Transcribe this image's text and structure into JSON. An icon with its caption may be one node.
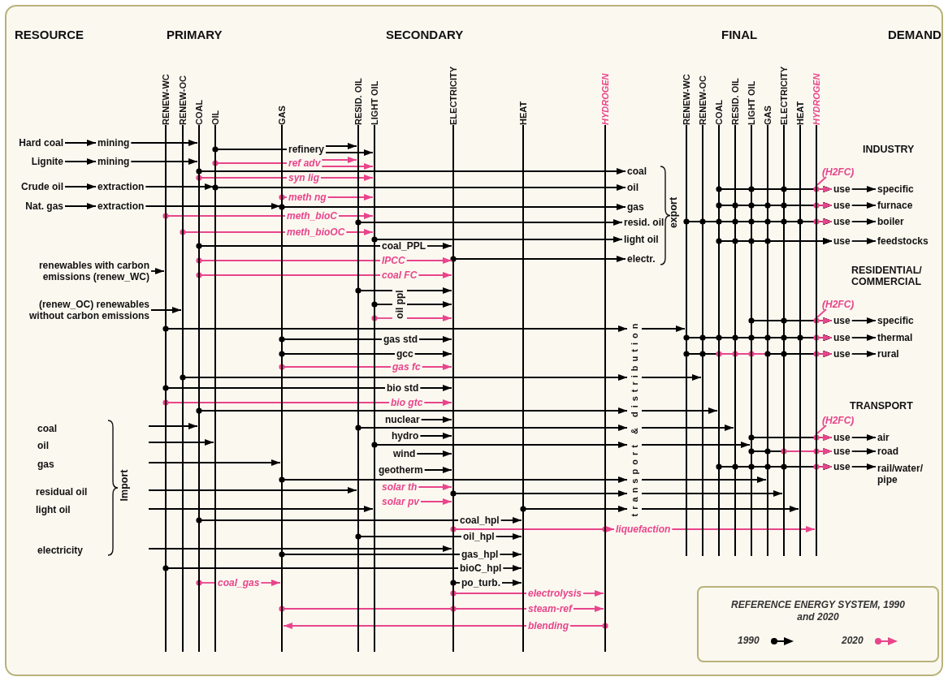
{
  "diagram": {
    "title": "REFERENCE ENERGY SYSTEM, 1990 and 2020",
    "nodes": [
      {
        "text": [
          "RENEW-WC"
        ]
      },
      {
        "text": [
          "RENEW-OC"
        ]
      },
      {
        "text": [
          "COAL"
        ]
      },
      {
        "text": [
          "OIL"
        ]
      },
      {
        "text": [
          "GAS"
        ]
      },
      {
        "text": [
          "RESID. OIL"
        ]
      },
      {
        "text": [
          "LIGHT OIL"
        ]
      },
      {
        "text": [
          "ELECTRICITY"
        ]
      },
      {
        "text": [
          "HEAT"
        ]
      },
      {
        "text": [
          "HYDROGEN"
        ]
      },
      {
        "text": [
          "RENEW-WC"
        ]
      },
      {
        "text": [
          "RENEW-OC"
        ]
      },
      {
        "text": [
          "COAL"
        ]
      },
      {
        "text": [
          "RESID. OIL"
        ]
      },
      {
        "text": [
          "LIGHT OIL"
        ]
      },
      {
        "text": [
          "GAS"
        ]
      },
      {
        "text": [
          "ELECTRICITY"
        ]
      },
      {
        "text": [
          "HEAT"
        ]
      },
      {
        "text": [
          "HYDROGEN"
        ]
      },
      {
        "text": [
          "Hard coal"
        ]
      },
      {
        "text": [
          "mining"
        ]
      },
      {
        "text": [
          "Lignite"
        ]
      },
      {
        "text": [
          "mining"
        ]
      },
      {
        "text": [
          "Crude oil"
        ]
      },
      {
        "text": [
          "extraction"
        ]
      },
      {
        "text": [
          "Nat. gas"
        ]
      },
      {
        "text": [
          "extraction"
        ]
      },
      {
        "text": [
          "refinery"
        ]
      },
      {
        "text": [
          "ref adv"
        ]
      },
      {
        "text": [
          "syn lig"
        ]
      },
      {
        "text": [
          "meth ng"
        ]
      },
      {
        "text": [
          "meth_bioC"
        ]
      },
      {
        "text": [
          "meth_bioOC"
        ]
      },
      {
        "text": [
          "coal"
        ]
      },
      {
        "text": [
          "oil"
        ]
      },
      {
        "text": [
          "gas"
        ]
      },
      {
        "text": [
          "resid. oil"
        ]
      },
      {
        "text": [
          "light oil"
        ]
      },
      {
        "text": [
          "electr."
        ]
      },
      {
        "text": [
          "coal_PPL"
        ]
      },
      {
        "text": [
          "IPCC"
        ]
      },
      {
        "text": [
          "coal FC"
        ]
      },
      {
        "text": [
          "renewables with carbon emissions (renew_WC)"
        ]
      },
      {
        "text": [
          "(renew_OC) renewables without carbon emissions"
        ]
      },
      {
        "text": [
          "oil ppl"
        ]
      },
      {
        "text": [
          "gas std"
        ]
      },
      {
        "text": [
          "gcc"
        ]
      },
      {
        "text": [
          "gas fc"
        ]
      },
      {
        "text": [
          "bio std"
        ]
      },
      {
        "text": [
          "bio gtc"
        ]
      },
      {
        "text": [
          "nuclear"
        ]
      },
      {
        "text": [
          "hydro"
        ]
      },
      {
        "text": [
          "wind"
        ]
      },
      {
        "text": [
          "geotherm"
        ]
      },
      {
        "text": [
          "solar th"
        ]
      },
      {
        "text": [
          "solar pv"
        ]
      },
      {
        "text": [
          "transport & distribution"
        ]
      },
      {
        "text": [
          "coal_hpl"
        ]
      },
      {
        "text": [
          "liquefaction"
        ]
      },
      {
        "text": [
          "oil_hpl"
        ]
      },
      {
        "text": [
          "gas_hpl"
        ]
      },
      {
        "text": [
          "bioC_hpl"
        ]
      },
      {
        "text": [
          "po_turb."
        ]
      },
      {
        "text": [
          "coal_gas"
        ]
      },
      {
        "text": [
          "electrolysis"
        ]
      },
      {
        "text": [
          "steam-ref"
        ]
      },
      {
        "text": [
          "blending"
        ]
      },
      {
        "text": [
          "(H2FC)"
        ]
      },
      {
        "text": [
          "use"
        ]
      },
      {
        "text": [
          "specific"
        ]
      },
      {
        "text": [
          "use"
        ]
      },
      {
        "text": [
          "furnace"
        ]
      },
      {
        "text": [
          "use"
        ]
      },
      {
        "text": [
          "boiler"
        ]
      },
      {
        "text": [
          "use"
        ]
      },
      {
        "text": [
          "feedstocks"
        ]
      },
      {
        "text": [
          "(H2FC)"
        ]
      },
      {
        "text": [
          "use"
        ]
      },
      {
        "text": [
          "specific"
        ]
      },
      {
        "text": [
          "use"
        ]
      },
      {
        "text": [
          "thermal"
        ]
      },
      {
        "text": [
          "use"
        ]
      },
      {
        "text": [
          "rural"
        ]
      },
      {
        "text": [
          "(H2FC)"
        ]
      },
      {
        "text": [
          "use"
        ]
      },
      {
        "text": [
          "air"
        ]
      },
      {
        "text": [
          "use"
        ]
      },
      {
        "text": [
          "road"
        ]
      },
      {
        "text": [
          "use"
        ]
      },
      {
        "text": [
          "rail/water/ pipe"
        ]
      }
    ],
    "edges": [
      {
        "from": 19,
        "to": 20,
        "arrow": "to"
      },
      {
        "from": 20,
        "to": 2,
        "arrow": "to"
      },
      {
        "from": 21,
        "to": 22,
        "arrow": "to"
      },
      {
        "from": 22,
        "to": 2,
        "arrow": "to"
      },
      {
        "from": 23,
        "to": 24,
        "arrow": "to"
      },
      {
        "from": 24,
        "to": 3,
        "arrow": "to"
      },
      {
        "from": 25,
        "to": 26,
        "arrow": "to"
      },
      {
        "from": 26,
        "to": 4,
        "arrow": "to"
      },
      {
        "from": 42,
        "to": 0,
        "arrow": "to"
      },
      {
        "from": 43,
        "to": 1,
        "arrow": "to"
      },
      {
        "from": 3,
        "to": 27,
        "arrow": "other"
      },
      {
        "from": 27,
        "to": 5,
        "arrow": "to"
      },
      {
        "from": 27,
        "to": 6,
        "arrow": "to"
      },
      {
        "from": 3,
        "to": 28,
        "arrow": "other",
        "color": "#e8458b"
      },
      {
        "from": 28,
        "to": 5,
        "arrow": "to",
        "color": "#e8458b"
      },
      {
        "from": 28,
        "to": 6,
        "arrow": "to",
        "color": "#e8458b"
      },
      {
        "from": 2,
        "to": 29,
        "arrow": "other",
        "color": "#e8458b"
      },
      {
        "from": 29,
        "to": 6,
        "arrow": "to",
        "color": "#e8458b"
      },
      {
        "from": 4,
        "to": 30,
        "arrow": "other",
        "color": "#e8458b"
      },
      {
        "from": 30,
        "to": 6,
        "arrow": "to",
        "color": "#e8458b"
      },
      {
        "from": 0,
        "to": 31,
        "arrow": "other",
        "color": "#e8458b"
      },
      {
        "from": 31,
        "to": 6,
        "arrow": "to",
        "color": "#e8458b"
      },
      {
        "from": 1,
        "to": 32,
        "arrow": "other",
        "color": "#e8458b"
      },
      {
        "from": 32,
        "to": 6,
        "arrow": "to",
        "color": "#e8458b"
      },
      {
        "from": 2,
        "to": 33,
        "arrow": "to"
      },
      {
        "from": 3,
        "to": 34,
        "arrow": "to"
      },
      {
        "from": 4,
        "to": 35,
        "arrow": "to"
      },
      {
        "from": 5,
        "to": 36,
        "arrow": "to"
      },
      {
        "from": 6,
        "to": 37,
        "arrow": "to"
      },
      {
        "from": 7,
        "to": 38,
        "arrow": "to"
      },
      {
        "from": 2,
        "to": 39,
        "arrow": "other"
      },
      {
        "from": 39,
        "to": 7,
        "arrow": "to"
      },
      {
        "from": 2,
        "to": 40,
        "arrow": "other",
        "color": "#e8458b"
      },
      {
        "from": 40,
        "to": 7,
        "arrow": "to",
        "color": "#e8458b"
      },
      {
        "from": 2,
        "to": 41,
        "arrow": "other",
        "color": "#e8458b"
      },
      {
        "from": 41,
        "to": 7,
        "arrow": "to",
        "color": "#e8458b"
      },
      {
        "from": 5,
        "to": 44,
        "arrow": "other"
      },
      {
        "from": 6,
        "to": 44,
        "arrow": "other"
      },
      {
        "from": 6,
        "to": 44,
        "arrow": "other",
        "color": "#e8458b"
      },
      {
        "from": 44,
        "to": 7,
        "arrow": "to"
      },
      {
        "from": 44,
        "to": 7,
        "arrow": "to"
      },
      {
        "from": 44,
        "to": 7,
        "arrow": "to",
        "color": "#e8458b"
      },
      {
        "from": 4,
        "to": 45,
        "arrow": "other"
      },
      {
        "from": 45,
        "to": 7,
        "arrow": "to"
      },
      {
        "from": 4,
        "to": 46,
        "arrow": "other"
      },
      {
        "from": 46,
        "to": 7,
        "arrow": "to"
      },
      {
        "from": 4,
        "to": 47,
        "arrow": "other",
        "color": "#e8458b"
      },
      {
        "from": 47,
        "to": 7,
        "arrow": "to",
        "color": "#e8458b"
      },
      {
        "from": 0,
        "to": 48,
        "arrow": "other"
      },
      {
        "from": 48,
        "to": 7,
        "arrow": "to"
      },
      {
        "from": 0,
        "to": 49,
        "arrow": "other",
        "color": "#e8458b"
      },
      {
        "from": 49,
        "to": 7,
        "arrow": "to",
        "color": "#e8458b"
      },
      {
        "from": 50,
        "to": 7,
        "arrow": "to"
      },
      {
        "from": 51,
        "to": 7,
        "arrow": "to"
      },
      {
        "from": 52,
        "to": 7,
        "arrow": "to"
      },
      {
        "from": 53,
        "to": 7,
        "arrow": "to"
      },
      {
        "from": 54,
        "to": 7,
        "arrow": "to",
        "color": "#e8458b"
      },
      {
        "from": 55,
        "to": 7,
        "arrow": "to",
        "color": "#e8458b"
      },
      {
        "from": 0,
        "to": 56,
        "arrow": "to"
      },
      {
        "from": 1,
        "to": 56,
        "arrow": "to"
      },
      {
        "from": 2,
        "to": 56,
        "arrow": "to"
      },
      {
        "from": 5,
        "to": 56,
        "arrow": "to"
      },
      {
        "from": 6,
        "to": 56,
        "arrow": "to"
      },
      {
        "from": 4,
        "to": 56,
        "arrow": "to"
      },
      {
        "from": 7,
        "to": 56,
        "arrow": "to"
      },
      {
        "from": 8,
        "to": 56,
        "arrow": "to"
      },
      {
        "from": 56,
        "to": 10,
        "arrow": "to"
      },
      {
        "from": 56,
        "to": 11,
        "arrow": "to"
      },
      {
        "from": 56,
        "to": 12,
        "arrow": "to"
      },
      {
        "from": 56,
        "to": 13,
        "arrow": "to"
      },
      {
        "from": 56,
        "to": 14,
        "arrow": "to"
      },
      {
        "from": 56,
        "to": 15,
        "arrow": "to"
      },
      {
        "from": 56,
        "to": 16,
        "arrow": "to"
      },
      {
        "from": 56,
        "to": 17,
        "arrow": "to"
      },
      {
        "from": null,
        "to": 2,
        "arrow": "to"
      },
      {
        "from": null,
        "to": 3,
        "arrow": "to"
      },
      {
        "from": null,
        "to": 4,
        "arrow": "to"
      },
      {
        "from": null,
        "to": 5,
        "arrow": "to"
      },
      {
        "from": null,
        "to": 6,
        "arrow": "to"
      },
      {
        "from": null,
        "to": 7,
        "arrow": "to"
      },
      {
        "from": 2,
        "to": 57,
        "arrow": "other"
      },
      {
        "from": 57,
        "to": 8,
        "arrow": "to"
      },
      {
        "from": 7,
        "to": 58,
        "arrow": "to",
        "color": "#e8458b"
      },
      {
        "from": 9,
        "to": 58,
        "arrow": "to",
        "color": "#e8458b"
      },
      {
        "from": 58,
        "to": 18,
        "arrow": "to",
        "color": "#e8458b"
      },
      {
        "from": 5,
        "to": 59,
        "arrow": "other"
      },
      {
        "from": 59,
        "to": 8,
        "arrow": "to"
      },
      {
        "from": 4,
        "to": 60,
        "arrow": "other"
      },
      {
        "from": 60,
        "to": 8,
        "arrow": "to"
      },
      {
        "from": 0,
        "to": 61,
        "arrow": "other"
      },
      {
        "from": 61,
        "to": 8,
        "arrow": "to"
      },
      {
        "from": 7,
        "to": 62,
        "arrow": "other"
      },
      {
        "from": 62,
        "to": 8,
        "arrow": "to"
      },
      {
        "from": 2,
        "to": 63,
        "arrow": "other",
        "color": "#e8458b"
      },
      {
        "from": 63,
        "to": 4,
        "arrow": "to",
        "color": "#e8458b"
      },
      {
        "from": 7,
        "to": 64,
        "arrow": "other",
        "color": "#e8458b"
      },
      {
        "from": 64,
        "to": 9,
        "arrow": "to",
        "color": "#e8458b"
      },
      {
        "from": 4,
        "to": 65,
        "arrow": "other",
        "color": "#e8458b"
      },
      {
        "from": 7,
        "to": 65,
        "arrow": "other",
        "color": "#e8458b"
      },
      {
        "from": 65,
        "to": 9,
        "arrow": "to",
        "color": "#e8458b"
      },
      {
        "from": 9,
        "to": 66,
        "arrow": "other",
        "color": "#e8458b"
      },
      {
        "from": 66,
        "to": 4,
        "arrow": "to",
        "color": "#e8458b"
      },
      {
        "from": 67,
        "to": 18,
        "arrow": "none",
        "color": "#e8458b"
      },
      {
        "from": 12,
        "to": 68,
        "arrow": "to"
      },
      {
        "from": 14,
        "to": 68,
        "arrow": "to"
      },
      {
        "from": 16,
        "to": 68,
        "arrow": "to"
      },
      {
        "from": 18,
        "to": 68,
        "arrow": "to",
        "color": "#e8458b"
      },
      {
        "from": 68,
        "to": 69,
        "arrow": "to"
      },
      {
        "from": 12,
        "to": 70,
        "arrow": "to"
      },
      {
        "from": 13,
        "to": 70,
        "arrow": "to"
      },
      {
        "from": 14,
        "to": 70,
        "arrow": "to"
      },
      {
        "from": 15,
        "to": 70,
        "arrow": "to"
      },
      {
        "from": 16,
        "to": 70,
        "arrow": "to"
      },
      {
        "from": 18,
        "to": 70,
        "arrow": "to",
        "color": "#e8458b"
      },
      {
        "from": 70,
        "to": 71,
        "arrow": "to"
      },
      {
        "from": 10,
        "to": 72,
        "arrow": "to"
      },
      {
        "from": 11,
        "to": 72,
        "arrow": "to"
      },
      {
        "from": 12,
        "to": 72,
        "arrow": "to"
      },
      {
        "from": 13,
        "to": 72,
        "arrow": "to"
      },
      {
        "from": 14,
        "to": 72,
        "arrow": "to"
      },
      {
        "from": 15,
        "to": 72,
        "arrow": "to"
      },
      {
        "from": 16,
        "to": 72,
        "arrow": "to"
      },
      {
        "from": 17,
        "to": 72,
        "arrow": "to"
      },
      {
        "from": 18,
        "to": 72,
        "arrow": "to",
        "color": "#e8458b"
      },
      {
        "from": 72,
        "to": 73,
        "arrow": "to"
      },
      {
        "from": 12,
        "to": 74,
        "arrow": "to"
      },
      {
        "from": 13,
        "to": 74,
        "arrow": "to"
      },
      {
        "from": 14,
        "to": 74,
        "arrow": "to"
      },
      {
        "from": 15,
        "to": 74,
        "arrow": "to"
      },
      {
        "from": 74,
        "to": 75,
        "arrow": "to"
      },
      {
        "from": 76,
        "to": 18,
        "arrow": "none",
        "color": "#e8458b"
      },
      {
        "from": 14,
        "to": 77,
        "arrow": "to"
      },
      {
        "from": 16,
        "to": 77,
        "arrow": "to"
      },
      {
        "from": 18,
        "to": 77,
        "arrow": "to",
        "color": "#e8458b"
      },
      {
        "from": 77,
        "to": 78,
        "arrow": "to"
      },
      {
        "from": 10,
        "to": 79,
        "arrow": "to"
      },
      {
        "from": 11,
        "to": 79,
        "arrow": "to"
      },
      {
        "from": 12,
        "to": 79,
        "arrow": "to"
      },
      {
        "from": 13,
        "to": 79,
        "arrow": "to"
      },
      {
        "from": 14,
        "to": 79,
        "arrow": "to"
      },
      {
        "from": 15,
        "to": 79,
        "arrow": "to"
      },
      {
        "from": 16,
        "to": 79,
        "arrow": "to"
      },
      {
        "from": 17,
        "to": 79,
        "arrow": "to"
      },
      {
        "from": 18,
        "to": 79,
        "arrow": "to",
        "color": "#e8458b"
      },
      {
        "from": 79,
        "to": 80,
        "arrow": "to"
      },
      {
        "from": 10,
        "to": 81,
        "arrow": "to"
      },
      {
        "from": 11,
        "to": 81,
        "arrow": "to"
      },
      {
        "from": 12,
        "to": 81,
        "arrow": "to",
        "color": "#e8458b"
      },
      {
        "from": 13,
        "to": 81,
        "arrow": "to",
        "color": "#e8458b"
      },
      {
        "from": 14,
        "to": 81,
        "arrow": "to",
        "color": "#e8458b"
      },
      {
        "from": 15,
        "to": 81,
        "arrow": "to"
      },
      {
        "from": 16,
        "to": 81,
        "arrow": "to"
      },
      {
        "from": 18,
        "to": 81,
        "arrow": "to",
        "color": "#e8458b"
      },
      {
        "from": 81,
        "to": 82,
        "arrow": "to"
      },
      {
        "from": 83,
        "to": 18,
        "arrow": "none",
        "color": "#e8458b"
      },
      {
        "from": 14,
        "to": 84,
        "arrow": "to"
      },
      {
        "from": 18,
        "to": 84,
        "arrow": "to",
        "color": "#e8458b"
      },
      {
        "from": 84,
        "to": 85,
        "arrow": "to"
      },
      {
        "from": 14,
        "to": 86,
        "arrow": "to"
      },
      {
        "from": 15,
        "to": 86,
        "arrow": "to"
      },
      {
        "from": 16,
        "to": 86,
        "arrow": "to",
        "color": "#e8458b"
      },
      {
        "from": 18,
        "to": 86,
        "arrow": "to",
        "color": "#e8458b"
      },
      {
        "from": 86,
        "to": 87,
        "arrow": "to"
      },
      {
        "from": 12,
        "to": 88,
        "arrow": "to"
      },
      {
        "from": 13,
        "to": 88,
        "arrow": "to"
      },
      {
        "from": 14,
        "to": 88,
        "arrow": "to"
      },
      {
        "from": 15,
        "to": 88,
        "arrow": "to"
      },
      {
        "from": 16,
        "to": 88,
        "arrow": "to"
      },
      {
        "from": 18,
        "to": 88,
        "arrow": "to",
        "color": "#e8458b"
      },
      {
        "from": 88,
        "to": 89,
        "arrow": "to"
      }
    ],
    "labels": [
      "RESOURCE",
      "PRIMARY",
      "SECONDARY",
      "FINAL",
      "DEMAND",
      "INDUSTRY",
      "export",
      "RESIDENTIAL/ COMMERCIAL",
      "TRANSPORT",
      "coal",
      "oil",
      "gas",
      "residual oil",
      "light oil",
      "Import",
      "electricity"
    ],
    "legend": [
      {
        "text": "1990",
        "color": "#000000"
      },
      {
        "text": "2020",
        "color": "#e8458b"
      }
    ]
  }
}
